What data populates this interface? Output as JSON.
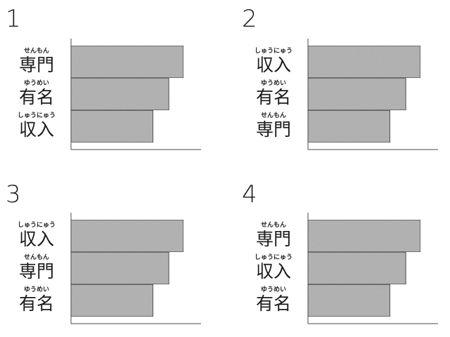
{
  "bar_color": "#b8b8b8",
  "bar_stroke": "#2b2b2b",
  "axis_color": "#4a4a4a",
  "chart_data": [
    {
      "type": "bar",
      "orientation": "horizontal",
      "panel": "1",
      "categories": [
        {
          "kanji": "専門",
          "ruby": "せんもん"
        },
        {
          "kanji": "有名",
          "ruby": "ゆうめい"
        },
        {
          "kanji": "収入",
          "ruby": "しゅうにゅう"
        }
      ],
      "values": [
        100,
        87,
        73
      ]
    },
    {
      "type": "bar",
      "orientation": "horizontal",
      "panel": "2",
      "categories": [
        {
          "kanji": "収入",
          "ruby": "しゅうにゅう"
        },
        {
          "kanji": "有名",
          "ruby": "ゆうめい"
        },
        {
          "kanji": "専門",
          "ruby": "せんもん"
        }
      ],
      "values": [
        100,
        87,
        73
      ]
    },
    {
      "type": "bar",
      "orientation": "horizontal",
      "panel": "3",
      "categories": [
        {
          "kanji": "収入",
          "ruby": "しゅうにゅう"
        },
        {
          "kanji": "専門",
          "ruby": "せんもん"
        },
        {
          "kanji": "有名",
          "ruby": "ゆうめい"
        }
      ],
      "values": [
        100,
        87,
        73
      ]
    },
    {
      "type": "bar",
      "orientation": "horizontal",
      "panel": "4",
      "categories": [
        {
          "kanji": "専門",
          "ruby": "せんもん"
        },
        {
          "kanji": "収入",
          "ruby": "しゅうにゅう"
        },
        {
          "kanji": "有名",
          "ruby": "ゆうめい"
        }
      ],
      "values": [
        100,
        87,
        73
      ]
    }
  ]
}
